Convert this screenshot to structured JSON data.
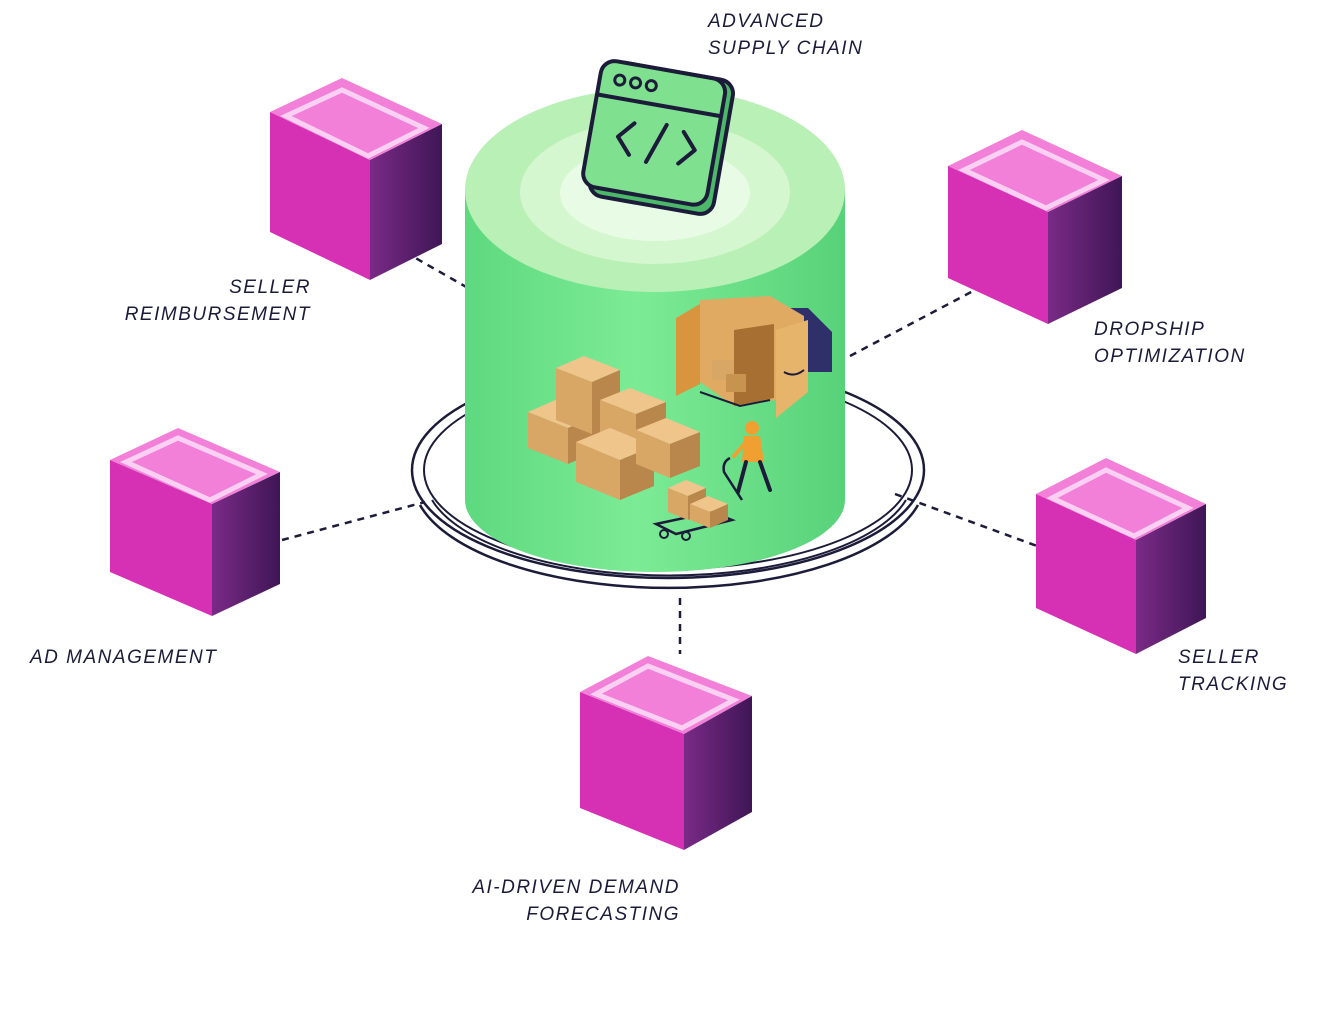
{
  "diagram": {
    "center": {
      "label_lines": [
        "ADVANCED",
        "SUPPLY CHAIN"
      ],
      "icon": "code-window-icon"
    },
    "nodes": [
      {
        "id": "seller-reimbursement",
        "label_lines": [
          "SELLER",
          "REIMBURSEMENT"
        ]
      },
      {
        "id": "dropship-optimization",
        "label_lines": [
          "DROPSHIP",
          "OPTIMIZATION"
        ]
      },
      {
        "id": "ad-management",
        "label_lines": [
          "AD MANAGEMENT"
        ]
      },
      {
        "id": "seller-tracking",
        "label_lines": [
          "SELLER",
          "TRACKING"
        ]
      },
      {
        "id": "ai-demand-forecasting",
        "label_lines": [
          "AI-DRIVEN DEMAND",
          "FORECASTING"
        ]
      }
    ],
    "colors": {
      "cube_top": "#f27fd8",
      "cube_front": "#d631b4",
      "cube_side": "#4b1b63",
      "cylinder_body": "#6ee28e",
      "cylinder_top": "#c4f5c4",
      "box": "#d8a766",
      "connector": "#1c1c3a"
    }
  }
}
